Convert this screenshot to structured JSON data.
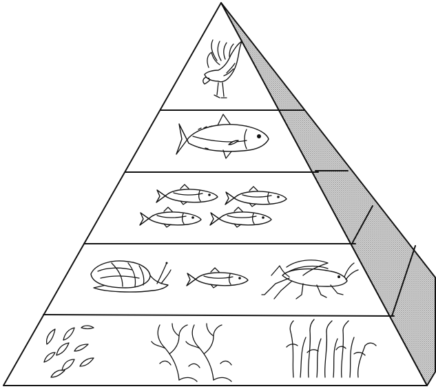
{
  "diagram": {
    "kind": "ecological pyramid",
    "levels": [
      {
        "tier": 5,
        "organisms": [
          "eagle-icon"
        ]
      },
      {
        "tier": 4,
        "organisms": [
          "large-fish-icon"
        ]
      },
      {
        "tier": 3,
        "organisms": [
          "small-fish-icon",
          "small-fish-icon",
          "small-fish-icon",
          "small-fish-icon"
        ]
      },
      {
        "tier": 2,
        "organisms": [
          "snail-icon",
          "small-fish-icon",
          "grasshopper-icon"
        ]
      },
      {
        "tier": 1,
        "organisms": [
          "algae-icon",
          "seaweed-icon",
          "grass-icon"
        ]
      }
    ],
    "colors": {
      "line": "#111111",
      "side_shading": "#b8b8b8",
      "background": "#ffffff"
    }
  }
}
